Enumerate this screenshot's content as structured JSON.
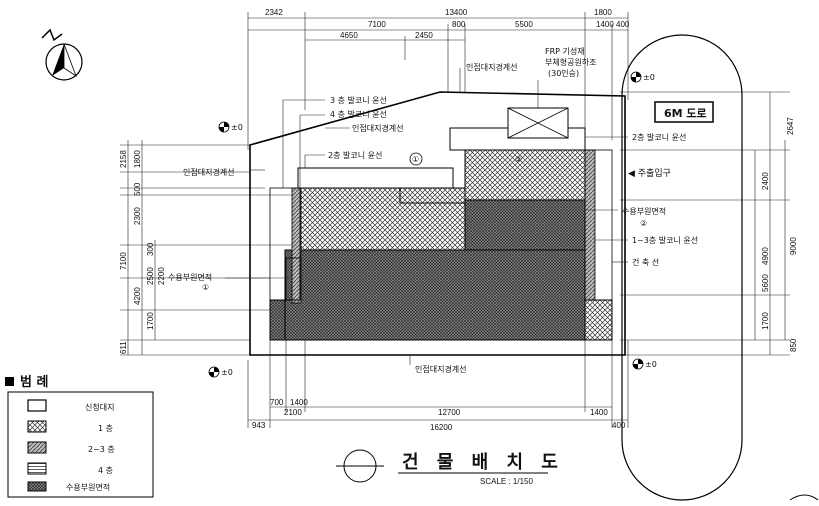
{
  "labels": {
    "adjacent_1": "인접대지경계선",
    "adjacent_2": "인접대지경계선",
    "adjacent_3": "인접대지경계선",
    "adjacent_4": "인접대지경계선",
    "frp_line1": "FRP 기성재",
    "frp_line2": "부체형공원하조",
    "frp_line3": "(30인승)",
    "balcony_3": "3 층 발코니 윤선",
    "balcony_4": "4 층 발코니 윤선",
    "balcony_2": "2층 발코니 윤선",
    "balcony_2b": "2층 발코니 윤선",
    "balcony_1_3": "1~3층 발코니 윤선",
    "building_line": "건 축 선",
    "road": "6M 도로",
    "entrance": "◀ 주출입구",
    "water_right": "수용부원면적",
    "water_left": "수용부원면적",
    "circle1": "①",
    "circle2": "②",
    "circle1b": "①",
    "circle2b": "②",
    "level_1": "±0",
    "level_2": "±0",
    "level_3": "±0",
    "level_4": "±0",
    "title": "건 물 배 치 도",
    "scale": "SCALE : 1/150"
  },
  "dims_top": {
    "d1": "2342",
    "d2": "13400",
    "d3": "1800",
    "d4": "7100",
    "d5": "800",
    "d6": "5500",
    "d7": "1400",
    "d8": "400",
    "d9": "4650",
    "d10": "2450"
  },
  "dims_left": {
    "l1": "2158",
    "l2": "1800",
    "l3": "500",
    "l4": "2300",
    "l5": "300",
    "l6": "7100",
    "l7": "2500",
    "l8": "2200",
    "l9": "4200",
    "l10": "1700",
    "l11": "611"
  },
  "dims_right": {
    "r1": "2647",
    "r2": "2400",
    "r3": "4900",
    "r4": "9000",
    "r5": "5600",
    "r6": "1700",
    "r7": "850"
  },
  "dims_bottom": {
    "b1": "700",
    "b2": "1400",
    "b3": "2100",
    "b4": "12700",
    "b5": "1400",
    "b6": "943",
    "b7": "16200",
    "b8": "400"
  },
  "legend": {
    "title": "범 례",
    "items": [
      {
        "label": "신청대지"
      },
      {
        "label": "1 층"
      },
      {
        "label": "2~3 층"
      },
      {
        "label": "4 층"
      },
      {
        "label": "수용부원면적"
      }
    ]
  }
}
